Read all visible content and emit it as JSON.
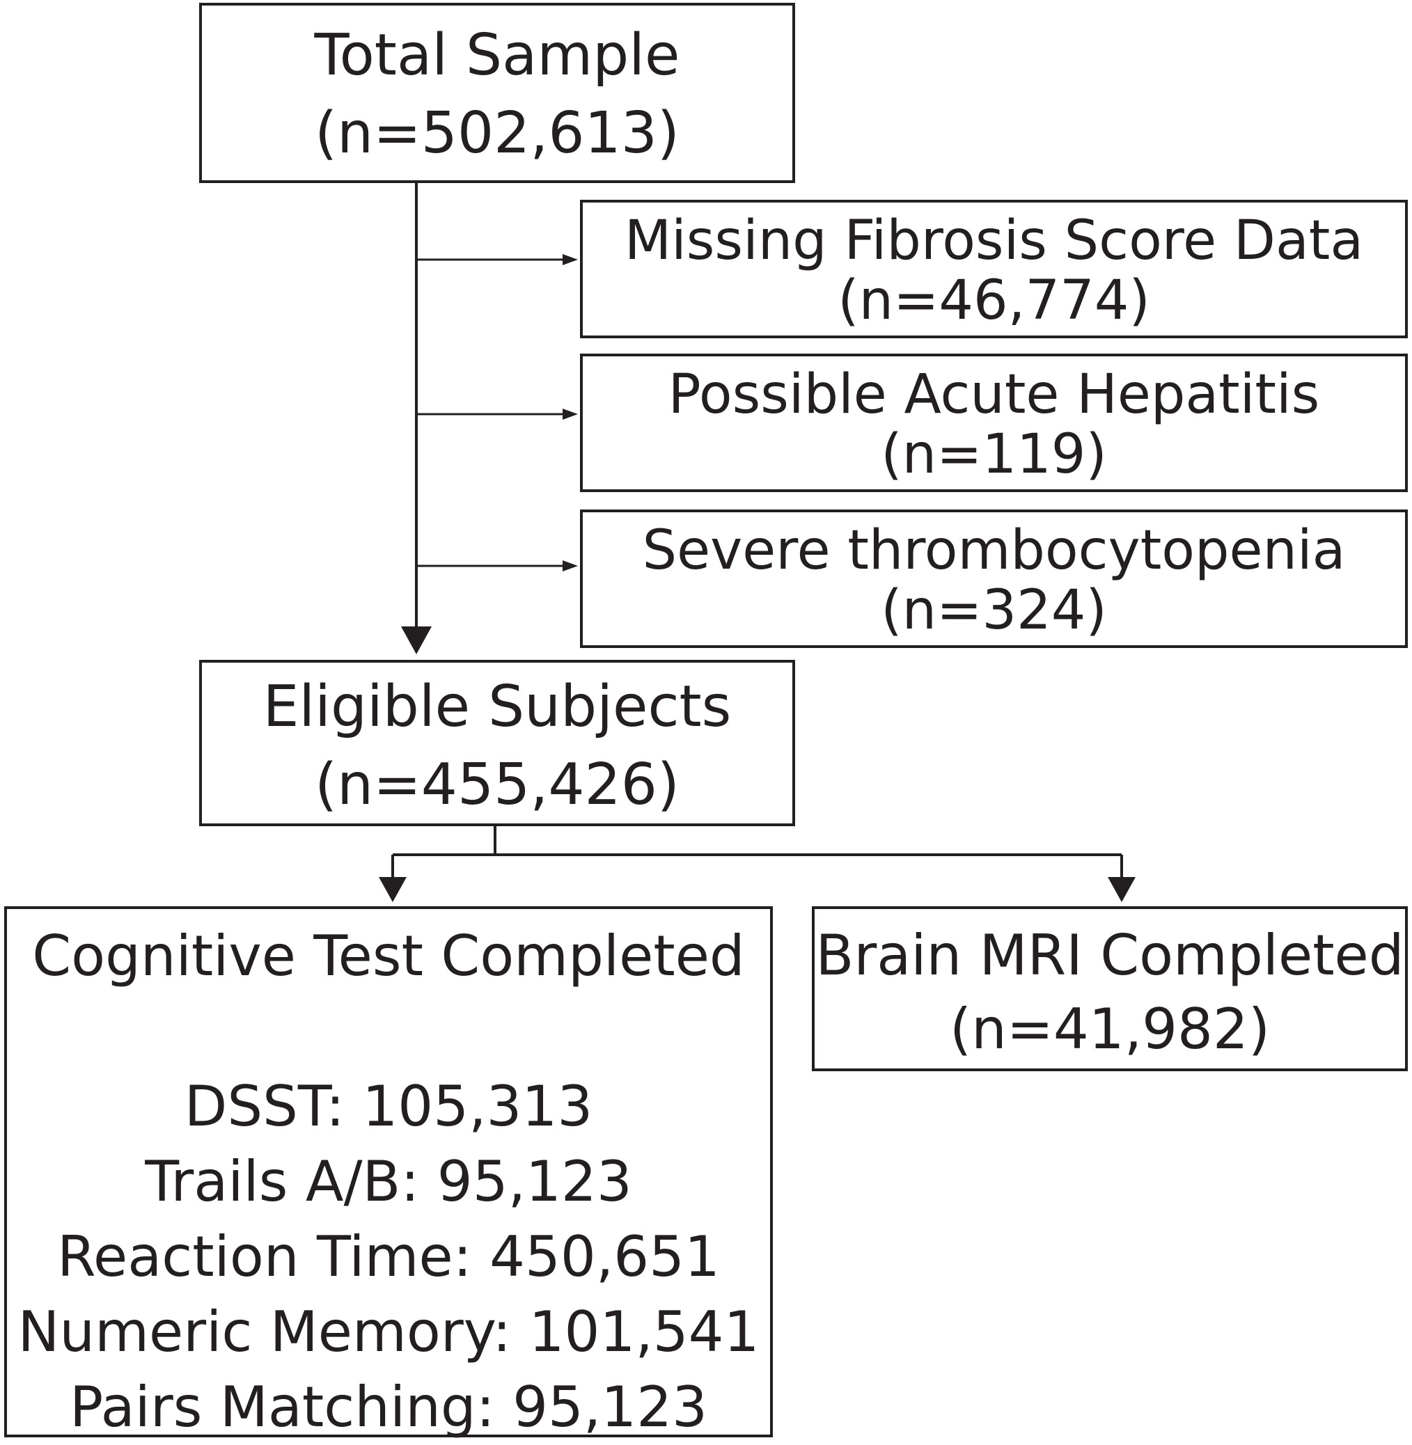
{
  "nodes": {
    "total": {
      "title": "Total Sample",
      "count": "(n=502,613)"
    },
    "excluded": [
      {
        "title": "Missing Fibrosis Score Data",
        "count": "(n=46,774)"
      },
      {
        "title": "Possible Acute Hepatitis",
        "count": "(n=119)"
      },
      {
        "title": "Severe thrombocytopenia",
        "count": "(n=324)"
      }
    ],
    "eligible": {
      "title": "Eligible Subjects",
      "count": "(n=455,426)"
    },
    "cognitive": {
      "title": "Cognitive Test Completed",
      "tests": [
        "DSST: 105,313",
        "Trails A/B: 95,123",
        "Reaction Time: 450,651",
        "Numeric Memory: 101,541",
        "Pairs Matching: 95,123"
      ]
    },
    "mri": {
      "title": "Brain MRI Completed",
      "count": "(n=41,982)"
    }
  },
  "colors": {
    "stroke": "#231f20",
    "background": "#ffffff"
  }
}
